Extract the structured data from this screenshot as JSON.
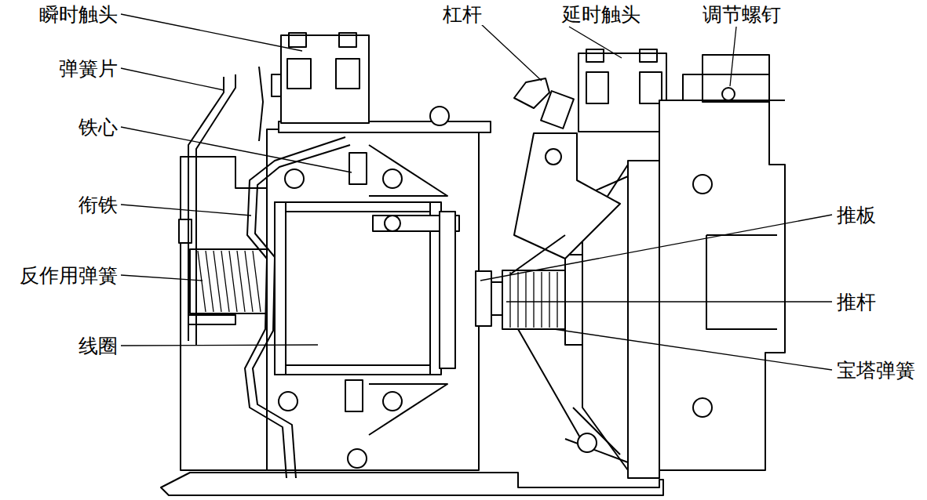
{
  "diagram": {
    "labels": [
      "瞬时触头",
      "弹簧片",
      "铁心",
      "衔铁",
      "反作用弹簧",
      "线圈",
      "杠杆",
      "延时触头",
      "调节螺钉",
      "推板",
      "推杆",
      "宝塔弹簧"
    ]
  }
}
